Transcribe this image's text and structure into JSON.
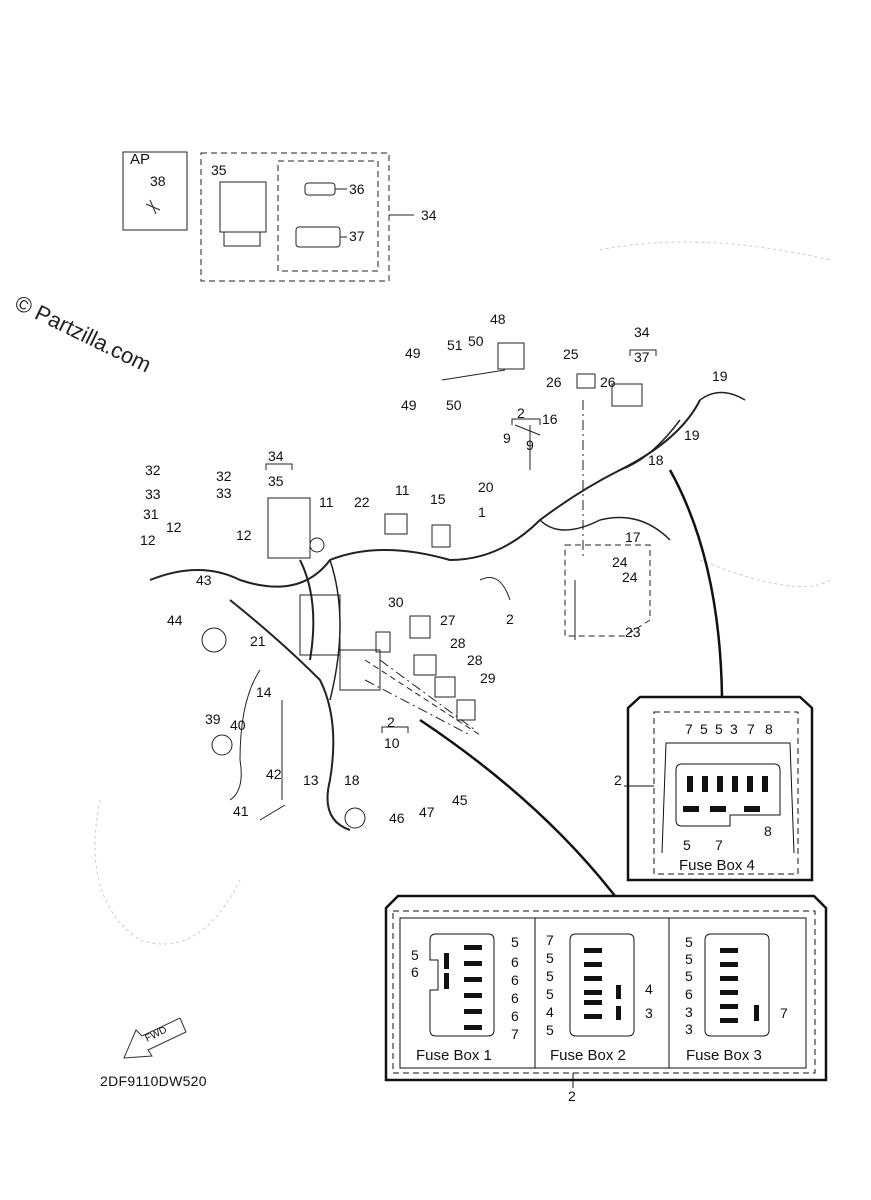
{
  "watermark": "© Partzilla.com",
  "diagram_code": "2DF9110DW520",
  "fwd_label": "FWD",
  "ap_label": "AP",
  "callouts": {
    "n1": "1",
    "n2": "2",
    "n9": "9",
    "n10": "10",
    "n11": "11",
    "n12": "12",
    "n13": "13",
    "n14": "14",
    "n15": "15",
    "n16": "16",
    "n17": "17",
    "n18": "18",
    "n19": "19",
    "n20": "20",
    "n21": "21",
    "n22": "22",
    "n23": "23",
    "n24": "24",
    "n25": "25",
    "n26": "26",
    "n27": "27",
    "n28": "28",
    "n29": "29",
    "n30": "30",
    "n31": "31",
    "n32": "32",
    "n33": "33",
    "n34": "34",
    "n35": "35",
    "n36": "36",
    "n37": "37",
    "n38": "38",
    "n39": "39",
    "n40": "40",
    "n41": "41",
    "n42": "42",
    "n43": "43",
    "n44": "44",
    "n45": "45",
    "n46": "46",
    "n47": "47",
    "n48": "48",
    "n49": "49",
    "n50": "50",
    "n51": "51"
  },
  "fuse_boxes": {
    "box4": {
      "title": "Fuse Box 4",
      "top": [
        "7",
        "5",
        "5",
        "3",
        "7",
        "8"
      ],
      "bottom": [
        "5",
        "7",
        "8"
      ]
    },
    "box1": {
      "title": "Fuse Box 1",
      "left": [
        "5",
        "6"
      ],
      "right": [
        "5",
        "6",
        "6",
        "6",
        "6",
        "7"
      ]
    },
    "box2": {
      "title": "Fuse Box 2",
      "left": [
        "7",
        "5",
        "5",
        "5",
        "4",
        "5"
      ],
      "right": [
        "4",
        "3"
      ]
    },
    "box3": {
      "title": "Fuse Box 3",
      "left": [
        "5",
        "5",
        "5",
        "6",
        "3",
        "3"
      ],
      "right": [
        "7"
      ]
    }
  }
}
